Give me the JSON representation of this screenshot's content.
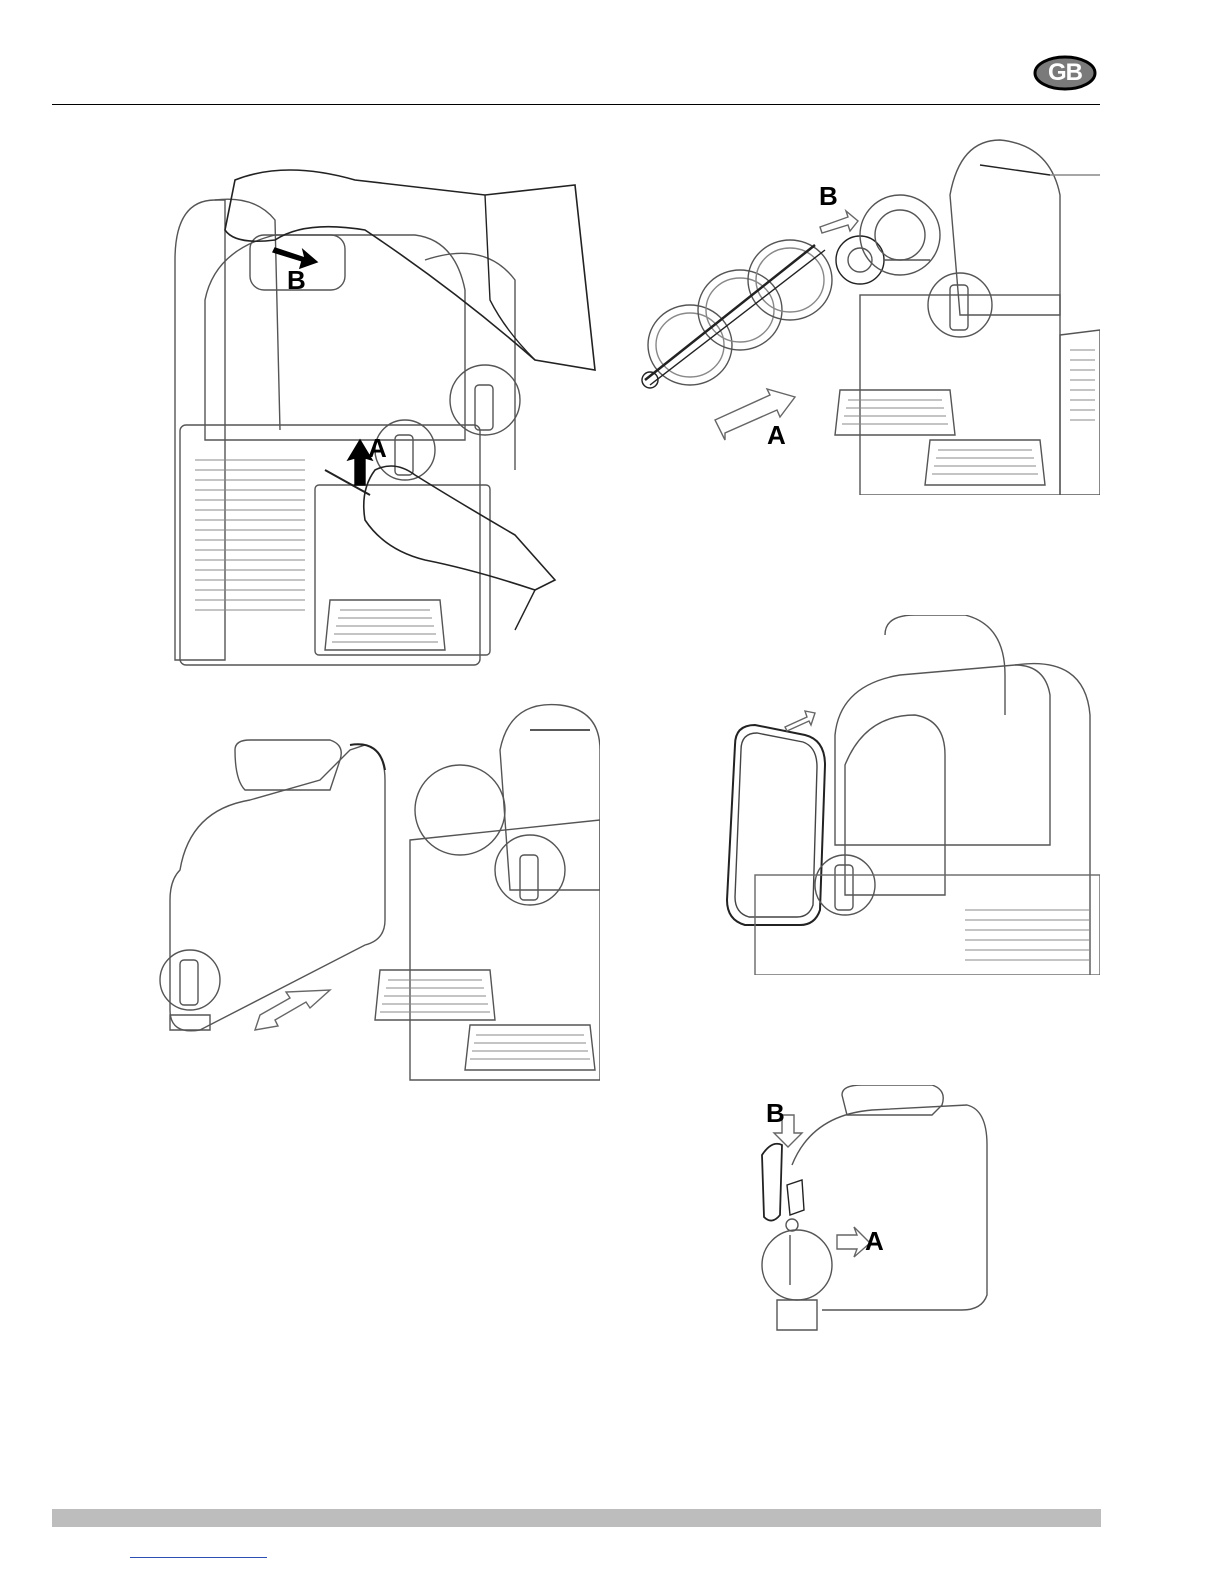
{
  "header": {
    "language_badge": "GB",
    "badge_colors": {
      "fill": "#7a7a7a",
      "outline": "#000000",
      "text": "#ffffff"
    }
  },
  "figures": {
    "fig1": {
      "labels": {
        "a": "A",
        "b": "B"
      }
    },
    "fig2": {
      "labels": {}
    },
    "fig3": {
      "labels": {
        "a": "A",
        "b": "B"
      }
    },
    "fig4": {
      "labels": {}
    },
    "fig5": {
      "labels": {
        "a": "A",
        "b": "B"
      }
    }
  },
  "footer": {
    "bar_color": "#bdbdbd",
    "link_color": "#2a4fb5"
  }
}
